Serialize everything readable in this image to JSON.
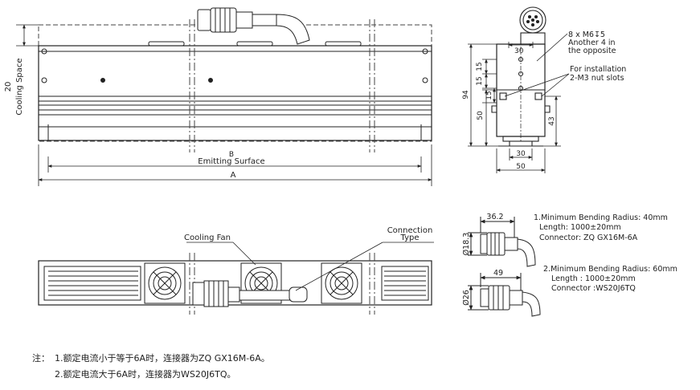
{
  "top_view": {
    "cooling_space_value": "20",
    "cooling_space_label": "Cooling Space",
    "dim_b": "B",
    "emitting_surface_label": "Emitting Surface",
    "dim_a": "A"
  },
  "side_view": {
    "screw_note_1": "8 x M6↧5",
    "screw_note_2": "Another 4 in",
    "screw_note_3": "the opposite",
    "install_note_1": "For installation",
    "install_note_2": "2-M3 nut slots",
    "dims": {
      "top_width": "30",
      "v15a": "15",
      "v15b": "15",
      "v15c": "15",
      "height_total": "94",
      "h50": "50",
      "h43": "43",
      "bottom_30": "30",
      "bottom_50": "50"
    }
  },
  "bottom_view": {
    "cooling_fan_label": "Cooling Fan",
    "connection_type_line1": "Connection",
    "connection_type_line2": "Type"
  },
  "connectors": [
    {
      "dim_len": "36.2",
      "dim_dia": "Ø18.3",
      "line1": "1.Minimum Bending Radius: 40mm",
      "line2": "Length: 1000±20mm",
      "line3": "Connector: ZQ GX16M-6A"
    },
    {
      "dim_len": "49",
      "dim_dia": "Ø26",
      "line1": "2.Minimum Bending Radius: 60mm",
      "line2": "Length : 1000±20mm",
      "line3": "Connector :WS20J6TQ"
    }
  ],
  "notes": {
    "prefix": "注：",
    "line1": "1.额定电流小于等于6A时，连接器为ZQ GX16M-6A。",
    "line2": "2.额定电流大于6A时，连接器为WS20J6TQ。"
  }
}
